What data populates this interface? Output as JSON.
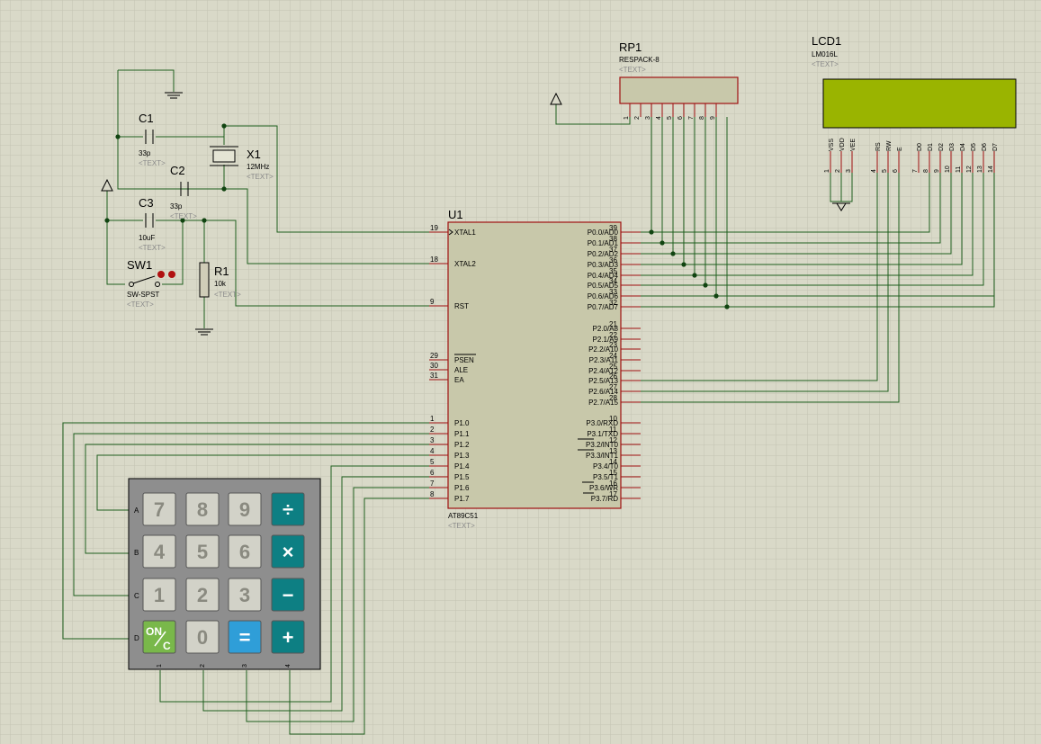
{
  "components": {
    "rp1": {
      "ref": "RP1",
      "value": "RESPACK-8",
      "placeholder": "<TEXT>",
      "pins": [
        "1",
        "2",
        "3",
        "4",
        "5",
        "6",
        "7",
        "8",
        "9"
      ]
    },
    "lcd1": {
      "ref": "LCD1",
      "value": "LM016L",
      "placeholder": "<TEXT>",
      "pin_names": [
        "VSS",
        "VDD",
        "VEE",
        "RS",
        "RW",
        "E",
        "D0",
        "D1",
        "D2",
        "D3",
        "D4",
        "D5",
        "D6",
        "D7"
      ],
      "pin_numbers": [
        "1",
        "2",
        "3",
        "4",
        "5",
        "6",
        "7",
        "8",
        "9",
        "10",
        "11",
        "12",
        "13",
        "14"
      ]
    },
    "c1": {
      "ref": "C1",
      "value": "33p",
      "placeholder": "<TEXT>"
    },
    "c2": {
      "ref": "C2",
      "value": "33p",
      "placeholder": "<TEXT>"
    },
    "c3": {
      "ref": "C3",
      "value": "10uF",
      "placeholder": "<TEXT>"
    },
    "x1": {
      "ref": "X1",
      "value": "12MHz",
      "placeholder": "<TEXT>"
    },
    "r1": {
      "ref": "R1",
      "value": "10k",
      "placeholder": "<TEXT>"
    },
    "sw1": {
      "ref": "SW1",
      "value": "SW-SPST",
      "placeholder": "<TEXT>"
    },
    "u1": {
      "ref": "U1",
      "value": "AT89C51",
      "placeholder": "<TEXT>",
      "left_pins": [
        {
          "num": "19",
          "name": "XTAL1"
        },
        {
          "num": "18",
          "name": "XTAL2"
        },
        {
          "num": "9",
          "name": "RST"
        },
        {
          "num": "29",
          "name": "PSEN"
        },
        {
          "num": "30",
          "name": "ALE"
        },
        {
          "num": "31",
          "name": "EA"
        },
        {
          "num": "1",
          "name": "P1.0"
        },
        {
          "num": "2",
          "name": "P1.1"
        },
        {
          "num": "3",
          "name": "P1.2"
        },
        {
          "num": "4",
          "name": "P1.3"
        },
        {
          "num": "5",
          "name": "P1.4"
        },
        {
          "num": "6",
          "name": "P1.5"
        },
        {
          "num": "7",
          "name": "P1.6"
        },
        {
          "num": "8",
          "name": "P1.7"
        }
      ],
      "right_pins": [
        {
          "num": "39",
          "name": "P0.0/AD0"
        },
        {
          "num": "38",
          "name": "P0.1/AD1"
        },
        {
          "num": "37",
          "name": "P0.2/AD2"
        },
        {
          "num": "36",
          "name": "P0.3/AD3"
        },
        {
          "num": "35",
          "name": "P0.4/AD4"
        },
        {
          "num": "34",
          "name": "P0.5/AD5"
        },
        {
          "num": "33",
          "name": "P0.6/AD6"
        },
        {
          "num": "32",
          "name": "P0.7/AD7"
        },
        {
          "num": "21",
          "name": "P2.0/A8"
        },
        {
          "num": "22",
          "name": "P2.1/A9"
        },
        {
          "num": "23",
          "name": "P2.2/A10"
        },
        {
          "num": "24",
          "name": "P2.3/A11"
        },
        {
          "num": "25",
          "name": "P2.4/A12"
        },
        {
          "num": "26",
          "name": "P2.5/A13"
        },
        {
          "num": "27",
          "name": "P2.6/A14"
        },
        {
          "num": "28",
          "name": "P2.7/A15"
        },
        {
          "num": "10",
          "name": "P3.0/RXD"
        },
        {
          "num": "11",
          "name": "P3.1/TXD"
        },
        {
          "num": "12",
          "name": "P3.2/INT0"
        },
        {
          "num": "13",
          "name": "P3.3/INT1"
        },
        {
          "num": "14",
          "name": "P3.4/T0"
        },
        {
          "num": "15",
          "name": "P3.5/T1"
        },
        {
          "num": "16",
          "name": "P3.6/WR"
        },
        {
          "num": "17",
          "name": "P3.7/RD"
        }
      ]
    }
  },
  "keypad": {
    "row_labels": [
      "A",
      "B",
      "C",
      "D"
    ],
    "col_labels": [
      "1",
      "2",
      "3",
      "4"
    ],
    "keys": [
      [
        "7",
        "8",
        "9",
        "÷"
      ],
      [
        "4",
        "5",
        "6",
        "×"
      ],
      [
        "1",
        "2",
        "3",
        "−"
      ],
      [
        "ON/C",
        "0",
        "=",
        "+"
      ]
    ]
  },
  "colors": {
    "background": "#d9d9c8",
    "grid": "#c4c4b2",
    "wire": "#1e5e1e",
    "pin_stub": "#a01010",
    "chip_body": "#c8c8aa",
    "lcd_screen": "#9ab400",
    "keypad_body": "#8e8e8e",
    "key_gray": "#d2d2c8",
    "key_teal": "#0d7f83",
    "key_blue": "#2f9ed8",
    "key_green": "#79b84a"
  }
}
